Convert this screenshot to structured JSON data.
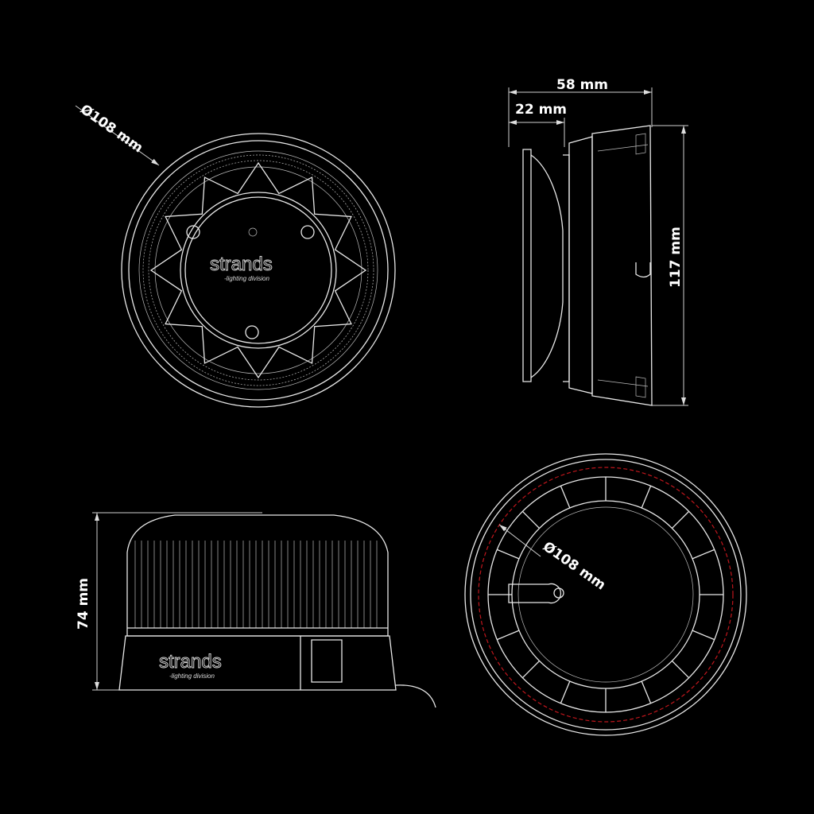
{
  "brand": {
    "logo_text": "strands",
    "logo_subtext": "-lighting division"
  },
  "views": {
    "top_view": {
      "dimension_label": "Ø108 mm"
    },
    "side_view_right": {
      "width_total_label": "58 mm",
      "width_base_label": "22 mm",
      "height_label": "117 mm"
    },
    "front_view": {
      "height_label": "74 mm"
    },
    "bottom_view": {
      "dimension_label": "Ø108 mm"
    }
  },
  "colors": {
    "background": "#000000",
    "line": "#e8e8e8",
    "hidden_line": "#c0161c"
  }
}
